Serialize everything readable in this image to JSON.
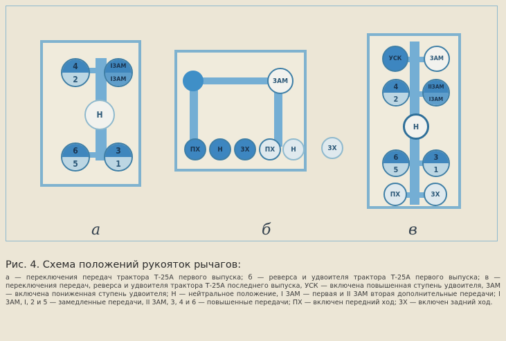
{
  "panels": {
    "a": {
      "label": "а",
      "knob_top_left": {
        "top": "4",
        "bottom": "2"
      },
      "knob_top_right": {
        "top": "I3AM",
        "bottom": "I3AM"
      },
      "knob_center": "Н",
      "knob_bottom_left": {
        "top": "6",
        "bottom": "5"
      },
      "knob_bottom_right": {
        "top": "3",
        "bottom": "1"
      }
    },
    "b": {
      "label": "б",
      "knob_top": "3AM",
      "row": [
        "ПХ",
        "Н",
        "3Х",
        "ПХ",
        "Н",
        "3Х"
      ]
    },
    "v": {
      "label": "в",
      "knob_r1_left": "УСК",
      "knob_r1_right": "3АМ",
      "knob_r2_left": {
        "top": "4",
        "bottom": "2"
      },
      "knob_r2_right": {
        "top": "II3AM",
        "bottom": "I3AM"
      },
      "knob_center": "Н",
      "knob_r3_left": {
        "top": "6",
        "bottom": "5"
      },
      "knob_r3_right": {
        "top": "3",
        "bottom": "1"
      },
      "knob_r4_left": "ПХ",
      "knob_r4_right": "3Х"
    }
  },
  "caption": {
    "title": "Рис. 4. Схема положений рукояток рычагов:",
    "body": "а — переключения передач трактора Т-25А первого выпуска; б — реверса и удвоителя трактора Т-25А первого выпуска; в — переключения передач, реверса и удвоителя трактора Т-25А последнего выпуска, УСК — включена повышенная ступень удвоителя, 3АМ — включена пониженная ступень удвоителя; Н — нейтральное положение, I 3АМ — первая и II 3АМ вторая дополнительные передачи; I 3АМ, I, 2 и 5 — замедленные передачи, II 3АМ, 3, 4 и 6 — повышенные передачи; ПХ — включен передний ход; 3Х — включен задний ход."
  }
}
